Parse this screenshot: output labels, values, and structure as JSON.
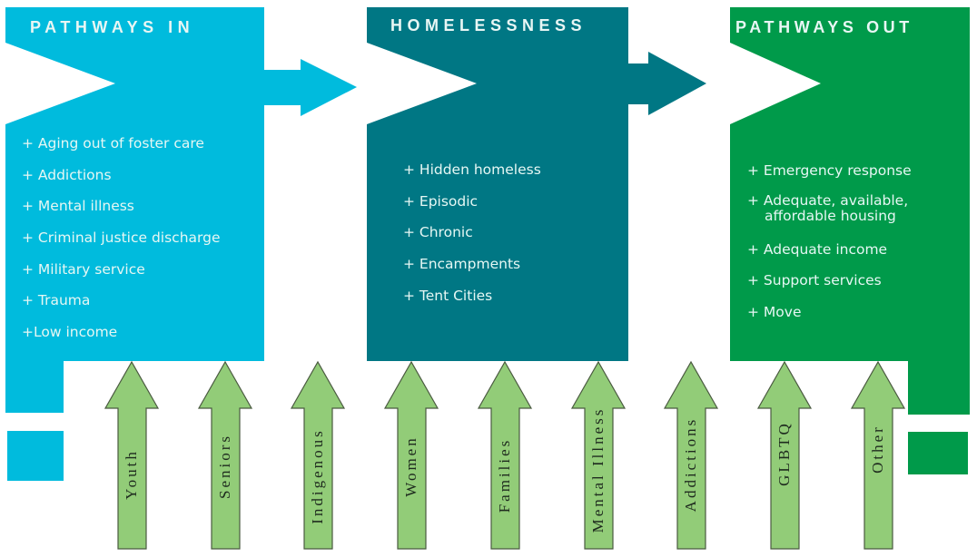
{
  "colors": {
    "pathways_in": "#00bbdd",
    "homelessness": "#007784",
    "pathways_out": "#009a4a",
    "population_arrow_fill": "#92cc78",
    "population_arrow_stroke": "#4a5a40",
    "text_light": "#e6f7f4"
  },
  "panels": {
    "pathways_in": {
      "title": "PATHWAYS IN",
      "items": [
        "+ Aging out of foster care",
        "+ Addictions",
        "+ Mental illness",
        "+ Criminal justice discharge",
        "+ Military service",
        "+ Trauma",
        "+Low income"
      ]
    },
    "homelessness": {
      "title": "HOMELESSNESS",
      "items": [
        "+ Hidden homeless",
        "+ Episodic",
        "+ Chronic",
        "+ Encampments",
        "+ Tent Cities"
      ]
    },
    "pathways_out": {
      "title": "PATHWAYS OUT",
      "items": [
        "+ Emergency response",
        "+ Adequate, available, affordable housing",
        "+ Adequate income",
        "+ Support services",
        "+ Move"
      ]
    }
  },
  "populations": [
    "Youth",
    "Seniors",
    "Indigenous",
    "Women",
    "Families",
    "Mental Illness",
    "Addictions",
    "GLBTQ",
    "Other"
  ]
}
